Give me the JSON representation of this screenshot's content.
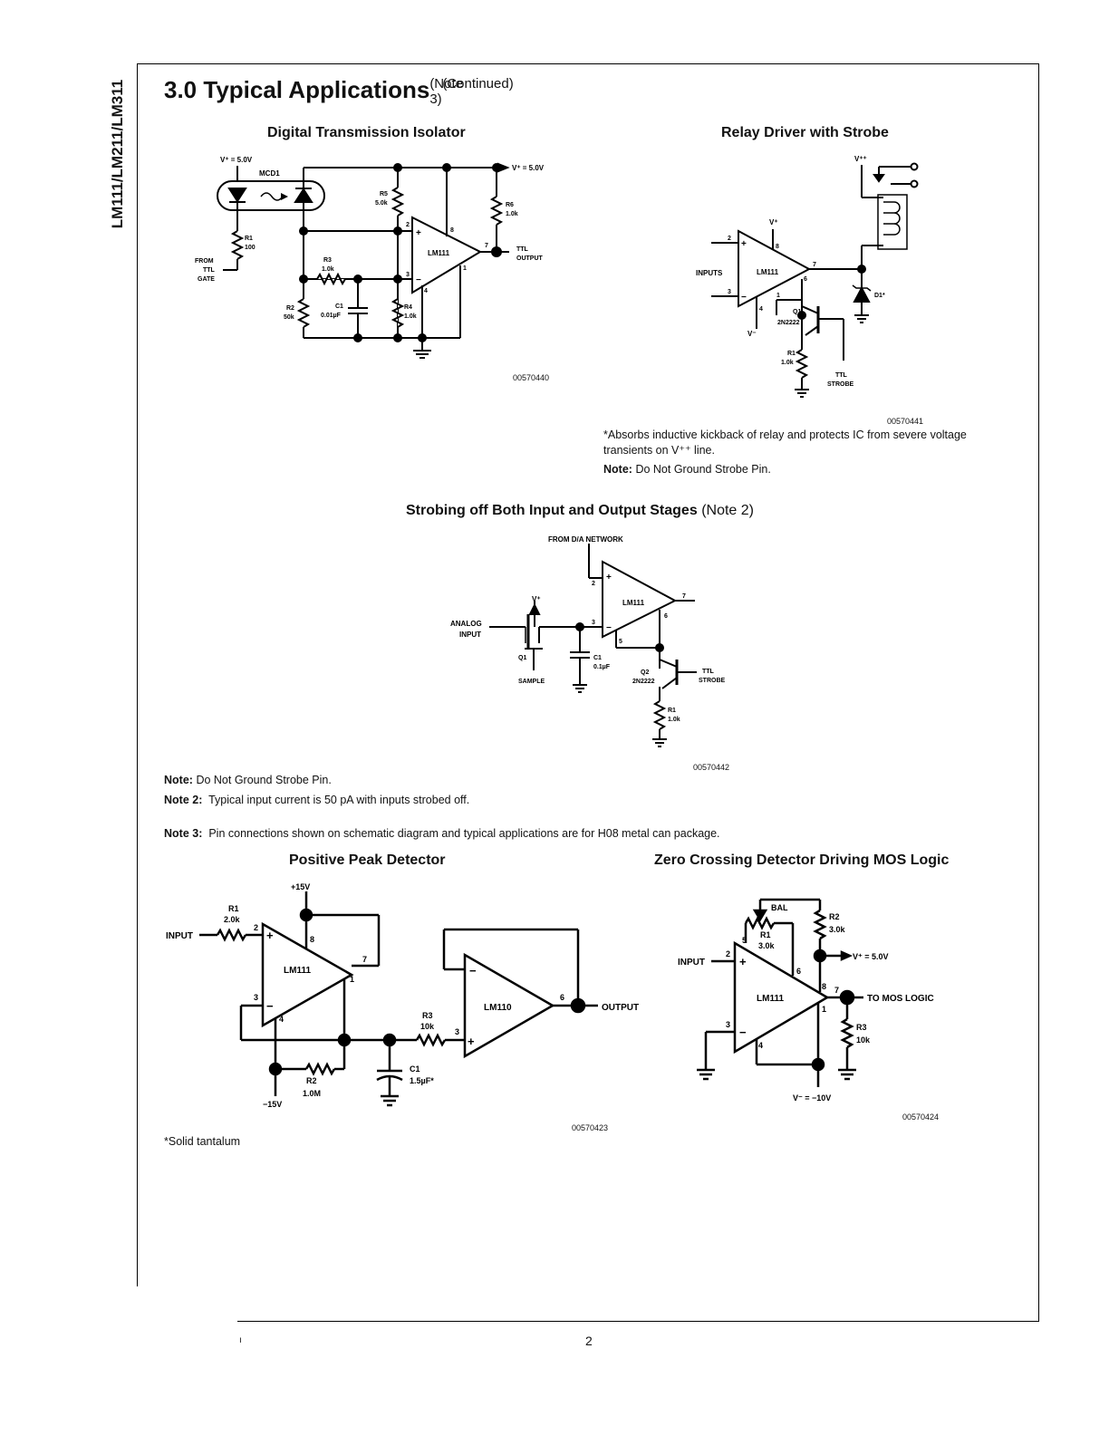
{
  "side_title": "LM111/LM211/LM311",
  "section": {
    "title": "3.0 Typical Applications",
    "note": "(Note 3)",
    "continued": "(Continued)"
  },
  "fig1": {
    "title": "Digital Transmission Isolator",
    "id": "00570440",
    "labels": {
      "vplus_left": "V⁺ = 5.0V",
      "mcd1": "MCD1",
      "vplus_right": "V⁺ = 5.0V",
      "r5": "R5",
      "r5v": "5.0k",
      "r6": "R6",
      "r6v": "1.0k",
      "r1": "R1",
      "r1v": "100",
      "from": "FROM",
      "ttl": "TTL",
      "gate": "GATE",
      "r3": "R3",
      "r3v": "1.0k",
      "r2": "R2",
      "r2v": "50k",
      "c1": "C1",
      "c1v": "0.01µF",
      "r4": "R4",
      "r4v": "1.0k",
      "ic": "LM111",
      "ttl_out1": "TTL",
      "ttl_out2": "OUTPUT",
      "p2": "2",
      "p3": "3",
      "p8": "8",
      "p7": "7",
      "p1": "1",
      "p4": "4",
      "plus": "+",
      "minus": "−"
    }
  },
  "fig2": {
    "title": "Relay Driver with Strobe",
    "id": "00570441",
    "labels": {
      "vpp": "V⁺⁺",
      "vplus": "V⁺",
      "vminus": "V⁻",
      "inputs": "INPUTS",
      "ic": "LM111",
      "q1": "Q1",
      "q1v": "2N2222",
      "r1": "R1",
      "r1v": "1.0k",
      "ttl": "TTL",
      "strobe": "STROBE",
      "d1": "D1*",
      "p2": "2",
      "p3": "3",
      "p8": "8",
      "p7": "7",
      "p6": "6",
      "p1": "1",
      "p4": "4",
      "plus": "+",
      "minus": "−"
    },
    "footnote": "*Absorbs inductive kickback of relay and protects IC from severe voltage transients on V⁺⁺ line.",
    "note_label": "Note:",
    "note_text": "Do Not Ground Strobe Pin."
  },
  "fig3": {
    "title": "Strobing off Both Input and Output Stages",
    "title_note": "(Note 2)",
    "id": "00570442",
    "labels": {
      "from": "FROM D/A NETWORK",
      "vplus": "V⁺",
      "analog": "ANALOG",
      "input": "INPUT",
      "q1": "Q1",
      "sample": "SAMPLE",
      "c1": "C1",
      "c1v": "0.1µF",
      "ic": "LM111",
      "q2": "Q2",
      "q2v": "2N2222",
      "ttl": "TTL",
      "strobe": "STROBE",
      "r1": "R1",
      "r1v": "1.0k",
      "p2": "2",
      "p3": "3",
      "p7": "7",
      "p6": "6",
      "p5": "5",
      "plus": "+",
      "minus": "−"
    }
  },
  "notes": [
    {
      "label": "Note:",
      "text": "Do Not Ground Strobe Pin."
    },
    {
      "label": "Note 2:",
      "text": "Typical input current is 50 pA with inputs strobed off."
    },
    {
      "label": "Note 3:",
      "text": "Pin connections shown on schematic diagram and typical applications are for H08 metal can package."
    }
  ],
  "fig4": {
    "title": "Positive Peak Detector",
    "id": "00570423",
    "labels": {
      "v15": "+15V",
      "r1": "R1",
      "r1v": "2.0k",
      "input": "INPUT",
      "ic1": "LM111",
      "ic2": "LM110",
      "r3": "R3",
      "r3v": "10k",
      "output": "OUTPUT",
      "c1": "C1",
      "c1v": "1.5µF*",
      "r2": "R2",
      "r2v": "1.0M",
      "vm15": "−15V",
      "p2": "2",
      "p3": "3",
      "p8": "8",
      "p7": "7",
      "p1": "1",
      "p4": "4",
      "p6": "6",
      "b3": "3",
      "plus": "+",
      "minus": "−"
    },
    "footnote": "*Solid tantalum"
  },
  "fig5": {
    "title": "Zero Crossing Detector Driving MOS Logic",
    "id": "00570424",
    "labels": {
      "bal": "BAL",
      "r1": "R1",
      "r1v": "3.0k",
      "r2": "R2",
      "r2v": "3.0k",
      "vplus": "V⁺ = 5.0V",
      "input": "INPUT",
      "ic": "LM111",
      "tomos": "TO MOS LOGIC",
      "r3": "R3",
      "r3v": "10k",
      "vminus": "V⁻ = −10V",
      "p2": "2",
      "p5": "5",
      "p6": "6",
      "p8": "8",
      "p7": "7",
      "p1": "1",
      "p3": "3",
      "p4": "4",
      "plus": "+",
      "minus": "−"
    }
  },
  "footer": {
    "page": "2",
    "mark": "ı"
  }
}
